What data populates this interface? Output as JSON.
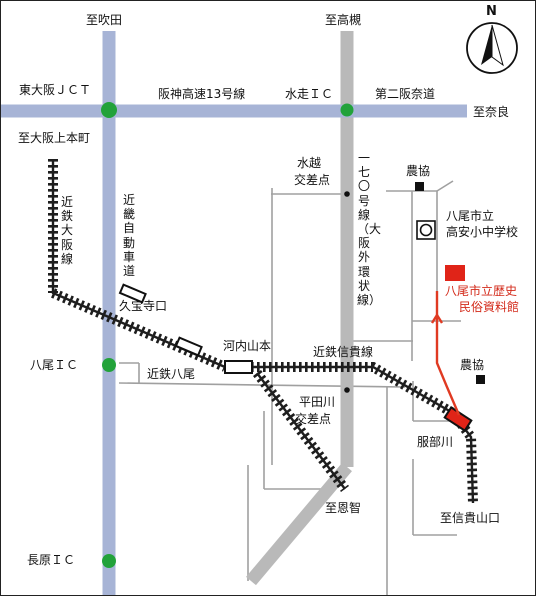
{
  "colors": {
    "expressway": "#a7b4d6",
    "national_road": "#b9b9b9",
    "interchange": "#22a23a",
    "museum": "#e02418",
    "route": "#e03a22",
    "rail": "#1e1e1e"
  },
  "icons": {
    "north": "north-arrow-icon",
    "school": "school-icon",
    "ja": "ja-building-icon",
    "museum": "museum-marker-icon",
    "interchange": "interchange-icon"
  },
  "labels": {
    "north": "N",
    "to_suita": "至吹田",
    "to_takatsuki": "至高槻",
    "to_nara": "至奈良",
    "higashi_osaka_jct": "東大阪ＪＣＴ",
    "hanshin_13": "阪神高速13号線",
    "mizuhai_ic": "水走ＩＣ",
    "daini_hanna": "第二阪奈道",
    "to_osaka_uehommachi": "至大阪上本町",
    "kintetsu_osaka_line": "近鉄大阪線",
    "kinki_expressway": "近畿自動車道",
    "mizukoshi": "水越",
    "kousaten_1": "交差点",
    "route170": "一七〇号線（大阪外環状線）",
    "nokyo_1": "農協",
    "yao_school_1": "八尾市立",
    "yao_school_2": "高安小中学校",
    "museum_1": "八尾市立歴史",
    "museum_2": "民俗資料館",
    "kyuhoji": "久宝寺口",
    "kawachi_yamamoto": "河内山本",
    "kintetsu_shigi": "近鉄信貴線",
    "yao_ic": "八尾ＩＣ",
    "kintetsu_yao": "近鉄八尾",
    "nokyo_2": "農協",
    "hirata_1": "平田川",
    "hirata_2": "交差点",
    "hattorigawa": "服部川",
    "to_onji": "至恩智",
    "to_shigisan": "至信貴山口",
    "nagahara_ic": "長原ＩＣ"
  }
}
